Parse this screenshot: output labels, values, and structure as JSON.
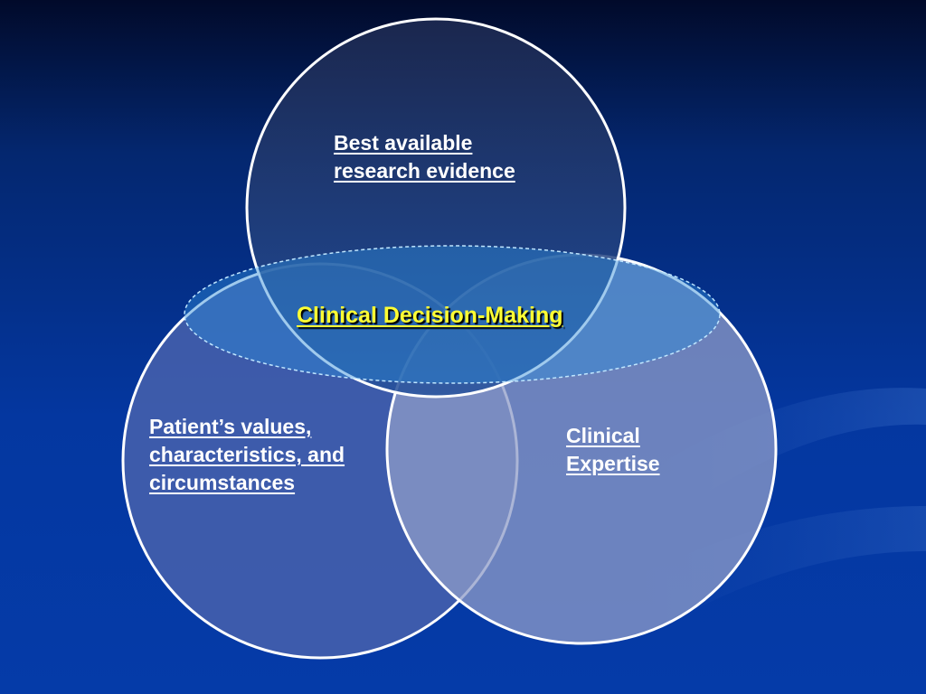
{
  "diagram": {
    "circles": [
      {
        "id": "evidence",
        "lines": [
          "Best available",
          "research evidence"
        ],
        "fill": "#2a3f7e"
      },
      {
        "id": "patient",
        "lines": [
          "Patient’s values,",
          "characteristics, and",
          "circumstances"
        ],
        "fill": "#4862ad"
      },
      {
        "id": "expertise",
        "lines": [
          "Clinical",
          "Expertise"
        ],
        "fill": "#8f9cc8"
      }
    ],
    "center_label": "Clinical Decision-Making",
    "colors": {
      "circle_stroke": "#ffffff",
      "ellipse_fill": "#2c8ad8",
      "ellipse_stroke": "#bfe6ff",
      "center_text": "#ffff33",
      "label_text": "#ffffff"
    }
  }
}
